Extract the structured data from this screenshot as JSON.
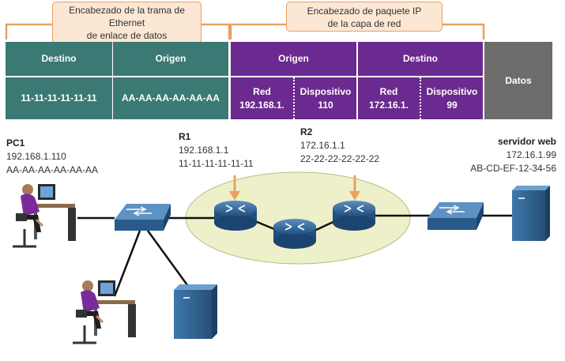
{
  "callouts": {
    "ethernet": [
      "Encabezado de la trama de",
      "Ethernet",
      "de enlace de datos"
    ],
    "ip": [
      "Encabezado de paquete IP",
      "de la capa de red"
    ]
  },
  "header": {
    "eth_dest": "Destino",
    "eth_src": "Origen",
    "ip_src": "Origen",
    "ip_dest": "Destino",
    "data": "Datos",
    "eth_dest_value": "11-11-11-11-11-11",
    "eth_src_value": "AA-AA-AA-AA-AA-AA",
    "ip_src_net_label": "Red",
    "ip_src_net_value": "192.168.1.",
    "ip_src_dev_label": "Dispositivo",
    "ip_src_dev_value": "110",
    "ip_dest_net_label": "Red",
    "ip_dest_net_value": "172.16.1.",
    "ip_dest_dev_label": "Dispositivo",
    "ip_dest_dev_value": "99"
  },
  "devices": {
    "pc1": {
      "name": "PC1",
      "ip": "192.168.1.110",
      "mac": "AA-AA-AA-AA-AA-AA"
    },
    "r1": {
      "name": "R1",
      "ip": "192.168.1.1",
      "mac": "11-11-11-11-11-11"
    },
    "r2": {
      "name": "R2",
      "ip": "172.16.1.1",
      "mac": "22-22-22-22-22-22"
    },
    "server": {
      "name": "servidor web",
      "ip": "172.16.1.99",
      "mac": "AB-CD-EF-12-34-56"
    }
  },
  "colors": {
    "ethernet": "#3b7a74",
    "ip": "#6b2a8f",
    "data": "#6e6b6b",
    "bracket": "#e8a262",
    "cloud": "#eef0c9"
  }
}
